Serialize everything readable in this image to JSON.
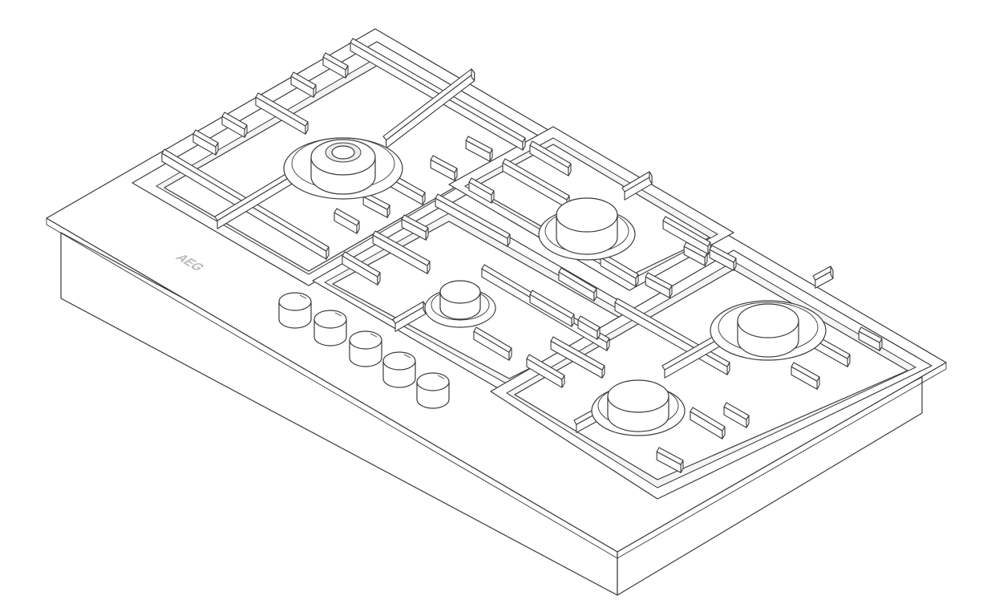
{
  "brand": {
    "logo_text": "AEG"
  },
  "product": {
    "burner_count": 5,
    "knob_count": 5,
    "grate_sections": 4
  },
  "colors": {
    "line": "#3a3a3a",
    "fill": "#ffffff",
    "shade": "#ececec",
    "logo": "#b8b8b8"
  }
}
